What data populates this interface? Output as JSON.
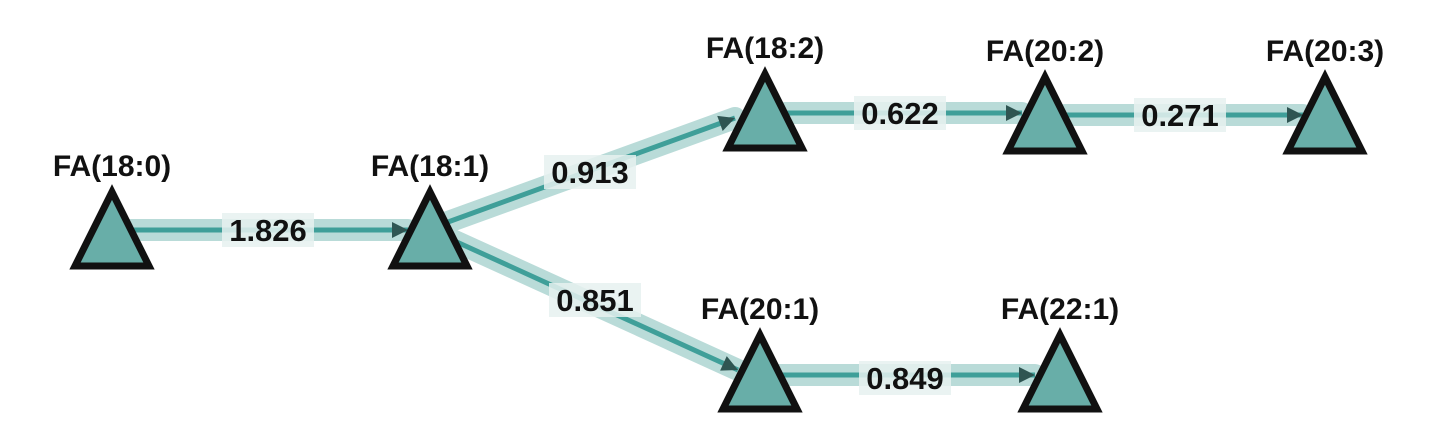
{
  "colors": {
    "node_fill": "#68aea8",
    "node_stroke": "#111111",
    "edge_line": "#3f9f99",
    "edge_halo": "#b9dbd8",
    "arrow": "#2f5552",
    "label_bg": "#e6f1f0"
  },
  "nodes": [
    {
      "id": "n0",
      "label": "FA(18:0)"
    },
    {
      "id": "n1",
      "label": "FA(18:1)"
    },
    {
      "id": "n2",
      "label": "FA(18:2)"
    },
    {
      "id": "n3",
      "label": "FA(20:2)"
    },
    {
      "id": "n4",
      "label": "FA(20:3)"
    },
    {
      "id": "n5",
      "label": "FA(20:1)"
    },
    {
      "id": "n6",
      "label": "FA(22:1)"
    }
  ],
  "edges": [
    {
      "from": "n0",
      "to": "n1",
      "weight": "1.826"
    },
    {
      "from": "n1",
      "to": "n2",
      "weight": "0.913"
    },
    {
      "from": "n1",
      "to": "n5",
      "weight": "0.851"
    },
    {
      "from": "n2",
      "to": "n3",
      "weight": "0.622"
    },
    {
      "from": "n3",
      "to": "n4",
      "weight": "0.271"
    },
    {
      "from": "n5",
      "to": "n6",
      "weight": "0.849"
    }
  ]
}
